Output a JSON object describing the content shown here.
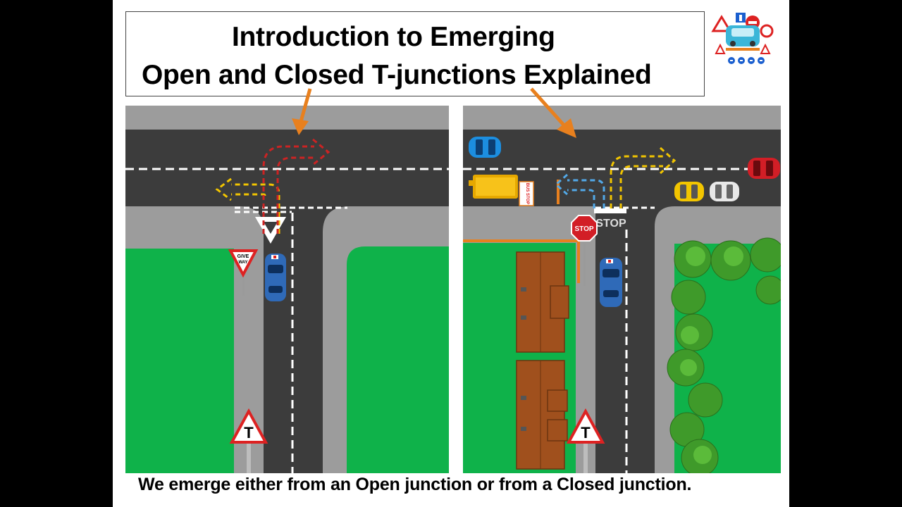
{
  "title": {
    "line1": "Introduction to Emerging",
    "line2": "Open and Closed T-junctions Explained"
  },
  "caption": "We emerge either from an Open junction or from a Closed junction.",
  "signs": {
    "give_way": [
      "GIVE",
      "WAY"
    ],
    "stop_sign": "STOP",
    "stop_road_marking": "STOP",
    "bus_stop": "BUS STOP",
    "t_junction_symbol": "T"
  },
  "icons": [
    "logo-icon",
    "down-arrow-icon",
    "turn-right-arrow-icon",
    "turn-left-arrow-icon",
    "car-icon",
    "tree-icon",
    "house-roof-icon",
    "t-junction-warning-sign-icon"
  ],
  "colors": {
    "road": "#3c3c3c",
    "pavement": "#9c9c9c",
    "grass": "#0fb24a",
    "orange_arrow": "#e8801e",
    "dashed_red": "#cc2323",
    "dashed_yellow": "#f2c500",
    "dashed_blue": "#52a9e8",
    "roof": "#a0501d",
    "learner_car": "#2f6ab8"
  }
}
